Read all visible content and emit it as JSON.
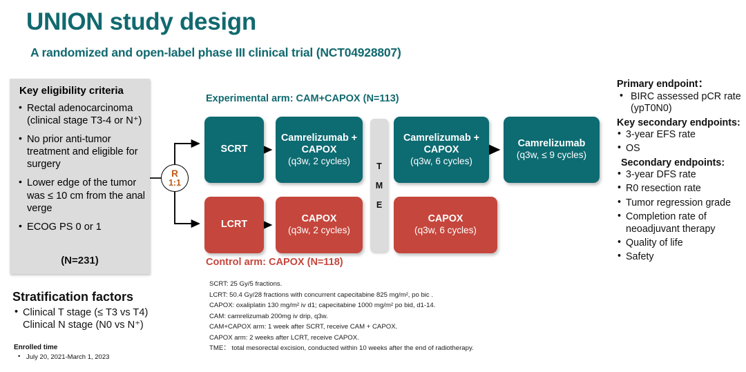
{
  "title": "UNION study design",
  "subtitle": "A randomized and open-label phase III clinical trial (NCT04928807)",
  "colors": {
    "brand_teal": "#11696F",
    "box_teal": "#0D6B72",
    "box_red": "#C5463C",
    "panel_gray": "#DCDCDC",
    "randomize_orange": "#C05A16"
  },
  "eligibility": {
    "title": "Key eligibility criteria",
    "items": [
      "Rectal adenocarcinoma (clinical stage T3-4 or N⁺)",
      "No prior anti-tumor treatment and eligible for surgery",
      "Lower edge of the tumor was ≤ 10 cm from the anal verge",
      "ECOG PS 0 or 1"
    ],
    "total": "(N=231)"
  },
  "stratification": {
    "title": "Stratification factors",
    "items": [
      "Clinical T stage (≤ T3 vs T4)",
      "Clinical N stage (N0 vs N⁺)"
    ]
  },
  "enrolled": {
    "title": "Enrolled time",
    "value": "July 20, 2021-March 1, 2023"
  },
  "randomization": {
    "top": "R",
    "ratio": "1:1"
  },
  "arms": {
    "experimental_label": "Experimental arm: CAM+CAPOX (N=113)",
    "control_label": "Control arm: CAPOX (N=118)"
  },
  "tme": {
    "letters": [
      "T",
      "M",
      "E"
    ]
  },
  "flow": {
    "experimental": [
      {
        "line1": "SCRT",
        "line2": ""
      },
      {
        "line1": "Camrelizumab + CAPOX",
        "line2": "(q3w, 2 cycles)"
      },
      {
        "line1": "Camrelizumab + CAPOX",
        "line2": "(q3w, 6 cycles)"
      },
      {
        "line1": "Camrelizumab",
        "line2": "(q3w, ≤ 9 cycles)"
      }
    ],
    "control": [
      {
        "line1": "LCRT",
        "line2": ""
      },
      {
        "line1": "CAPOX",
        "line2": "(q3w, 2 cycles)"
      },
      {
        "line1": "CAPOX",
        "line2": "(q3w, 6 cycles)"
      }
    ]
  },
  "footnotes": [
    "SCRT: 25 Gy/5 fractions.",
    "LCRT: 50.4 Gy/28 fractions with concurrent capecitabine 825 mg/m², po bic .",
    "CAPOX: oxaliplatin 130 mg/m² iv d1; capecitabine 1000 mg/m² po bid, d1-14.",
    "CAM: camrelizumab 200mg iv drip, q3w.",
    "CAM+CAPOX arm: 1 week after SCRT, receive CAM + CAPOX.",
    "CAPOX arm: 2 weeks after LCRT, receive CAPOX.",
    "TME： total mesorectal excision, conducted within 10 weeks after the end of radiotherapy."
  ],
  "endpoints": {
    "primary_title": "Primary endpoint：",
    "primary_items": [
      "BIRC assessed pCR rate (ypT0N0)"
    ],
    "key_secondary_title": "Key secondary endpoints:",
    "key_secondary_items": [
      "3-year EFS rate",
      "OS"
    ],
    "secondary_title": "Secondary endpoints:",
    "secondary_items": [
      "3-year DFS rate",
      "R0 resection rate",
      "Tumor regression grade",
      "Completion rate of neoadjuvant therapy",
      "Quality of life",
      "Safety"
    ]
  }
}
